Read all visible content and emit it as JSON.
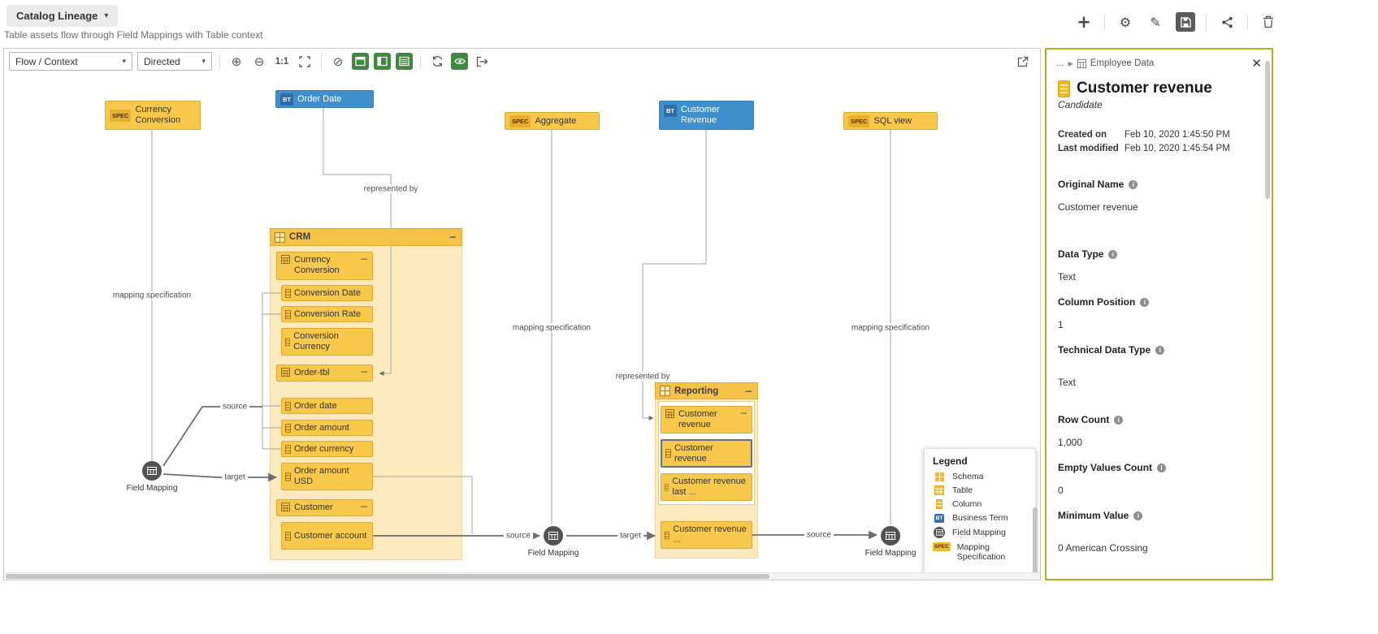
{
  "header": {
    "title": "Catalog Lineage",
    "subtitle": "Table assets flow through Field Mappings with Table context"
  },
  "toolbar": {
    "flow_select": "Flow / Context",
    "direction_select": "Directed",
    "zoom_ratio": "1:1"
  },
  "badges": {
    "spec": "SPEC",
    "bt": "BT"
  },
  "diagram": {
    "collapse_glyph": "−",
    "spec_currency": {
      "label": "Currency Conversion"
    },
    "bt_order_date": {
      "label": "Order Date"
    },
    "spec_aggregate": {
      "label": "Aggregate"
    },
    "bt_customer_revenue": {
      "label": "Customer Revenue"
    },
    "spec_sql_view": {
      "label": "SQL view"
    },
    "crm": {
      "label": "CRM",
      "tables": [
        {
          "label": "Currency Conversion",
          "columns": [
            "Conversion Date",
            "Conversion Rate",
            "Conversion Currency"
          ]
        },
        {
          "label": "Order-tbl",
          "columns": [
            "Order date",
            "Order amount",
            "Order currency",
            "Order amount USD"
          ]
        },
        {
          "label": "Customer",
          "columns": [
            "Customer account"
          ]
        }
      ]
    },
    "reporting": {
      "label": "Reporting",
      "tables": [
        {
          "label": "Customer revenue",
          "columns": [
            "Customer revenue",
            "Customer revenue last ..."
          ]
        }
      ],
      "extra_column": "Customer revenue ..."
    },
    "field_mapping_label": "Field Mapping",
    "edge_labels": {
      "mapping_specification": "mapping specification",
      "represented_by": "represented by",
      "source": "source",
      "target": "target"
    }
  },
  "legend": {
    "title": "Legend",
    "items": [
      {
        "label": "Schema"
      },
      {
        "label": "Table"
      },
      {
        "label": "Column"
      },
      {
        "label": "Business Term"
      },
      {
        "label": "Field Mapping"
      },
      {
        "label": "Mapping Specification"
      }
    ]
  },
  "panel": {
    "breadcrumb_ellipsis": "...",
    "breadcrumb": "Employee Data",
    "title": "Customer revenue",
    "status": "Candidate",
    "created_on_label": "Created on",
    "created_on_value": "Feb 10, 2020 1:45:50 PM",
    "last_modified_label": "Last modified",
    "last_modified_value": "Feb 10, 2020 1:45:54 PM",
    "attributes": [
      {
        "label": "Original Name",
        "value": "Customer revenue"
      },
      {
        "label": "Data Type",
        "value": "Text"
      },
      {
        "label": "Column Position",
        "value": "1"
      },
      {
        "label": "Technical Data Type",
        "value": "Text"
      },
      {
        "label": "Row Count",
        "value": "1,000"
      },
      {
        "label": "Empty Values Count",
        "value": "0"
      },
      {
        "label": "Minimum Value",
        "value": "0 American Crossing"
      }
    ]
  }
}
